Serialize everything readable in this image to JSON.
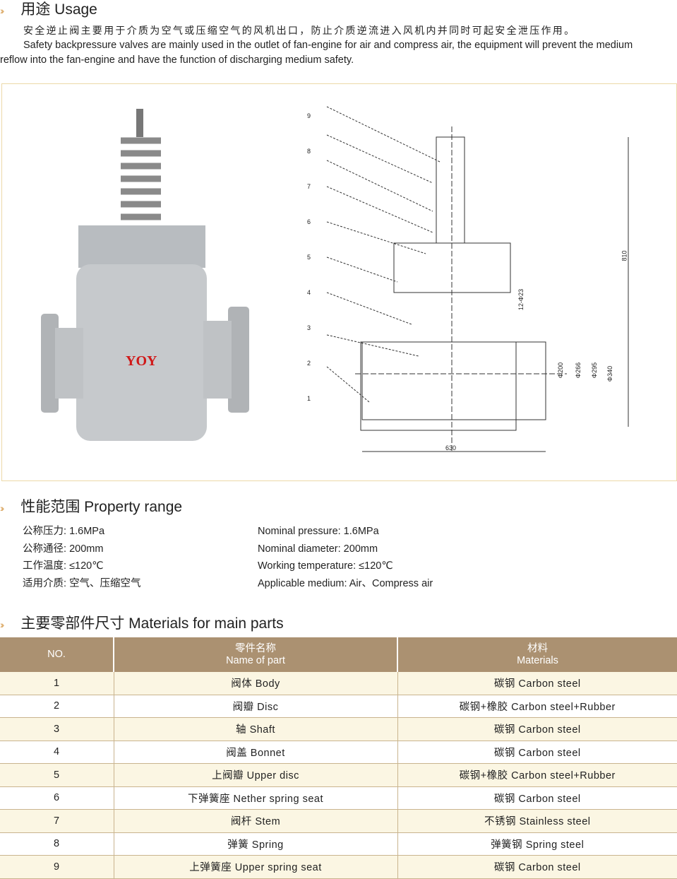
{
  "usage": {
    "title": "用途 Usage",
    "cn": "安全逆止阀主要用于介质为空气或压缩空气的风机出口，防止介质逆流进入风机内并同时可起安全泄压作用。",
    "en1": "Safety backpressure valves are mainly used in the outlet of fan-engine for air and compress air, the equipment will prevent the medium",
    "en2": "reflow into the fan-engine and have the function of discharging medium safety."
  },
  "figure": {
    "brand": "YOY",
    "callouts": [
      "9",
      "8",
      "7",
      "6",
      "5",
      "4",
      "3",
      "2",
      "1"
    ],
    "dims": [
      "810",
      "12-Φ23",
      "Φ200",
      "Φ266",
      "Φ295",
      "Φ340",
      "630"
    ]
  },
  "property": {
    "title": "性能范围  Property range",
    "cn": [
      {
        "label": "公称压力:",
        "value": "1.6MPa"
      },
      {
        "label": "公称通径:",
        "value": "200mm"
      },
      {
        "label": "工作温度:",
        "value": "≤120℃"
      },
      {
        "label": "适用介质:",
        "value": "空气、压缩空气"
      }
    ],
    "en": [
      "Nominal  pressure: 1.6MPa",
      "Nominal  diameter: 200mm",
      "Working  temperature: ≤120℃",
      "Applicable  medium: Air、Compress  air"
    ]
  },
  "materials": {
    "title": "主要零部件尺寸  Materials for main parts",
    "headers": {
      "no": "NO.",
      "name_cn": "零件名称",
      "name_en": "Name of part",
      "mat_cn": "材料",
      "mat_en": "Materials"
    },
    "rows": [
      [
        "1",
        "阀体  Body",
        "碳钢  Carbon steel"
      ],
      [
        "2",
        "阀瓣  Disc",
        "碳钢+橡胶  Carbon steel+Rubber"
      ],
      [
        "3",
        "轴  Shaft",
        "碳钢  Carbon steel"
      ],
      [
        "4",
        "阀盖  Bonnet",
        "碳钢  Carbon steel"
      ],
      [
        "5",
        "上阀瓣  Upper disc",
        "碳钢+橡胶  Carbon steel+Rubber"
      ],
      [
        "6",
        "下弹簧座  Nether spring seat",
        "碳钢  Carbon steel"
      ],
      [
        "7",
        "阀杆  Stem",
        "不锈钢  Stainless  steel"
      ],
      [
        "8",
        "弹簧  Spring",
        "弹簧钢  Spring steel"
      ],
      [
        "9",
        "上弹簧座  Upper spring seat",
        "碳钢  Carbon steel"
      ]
    ]
  }
}
